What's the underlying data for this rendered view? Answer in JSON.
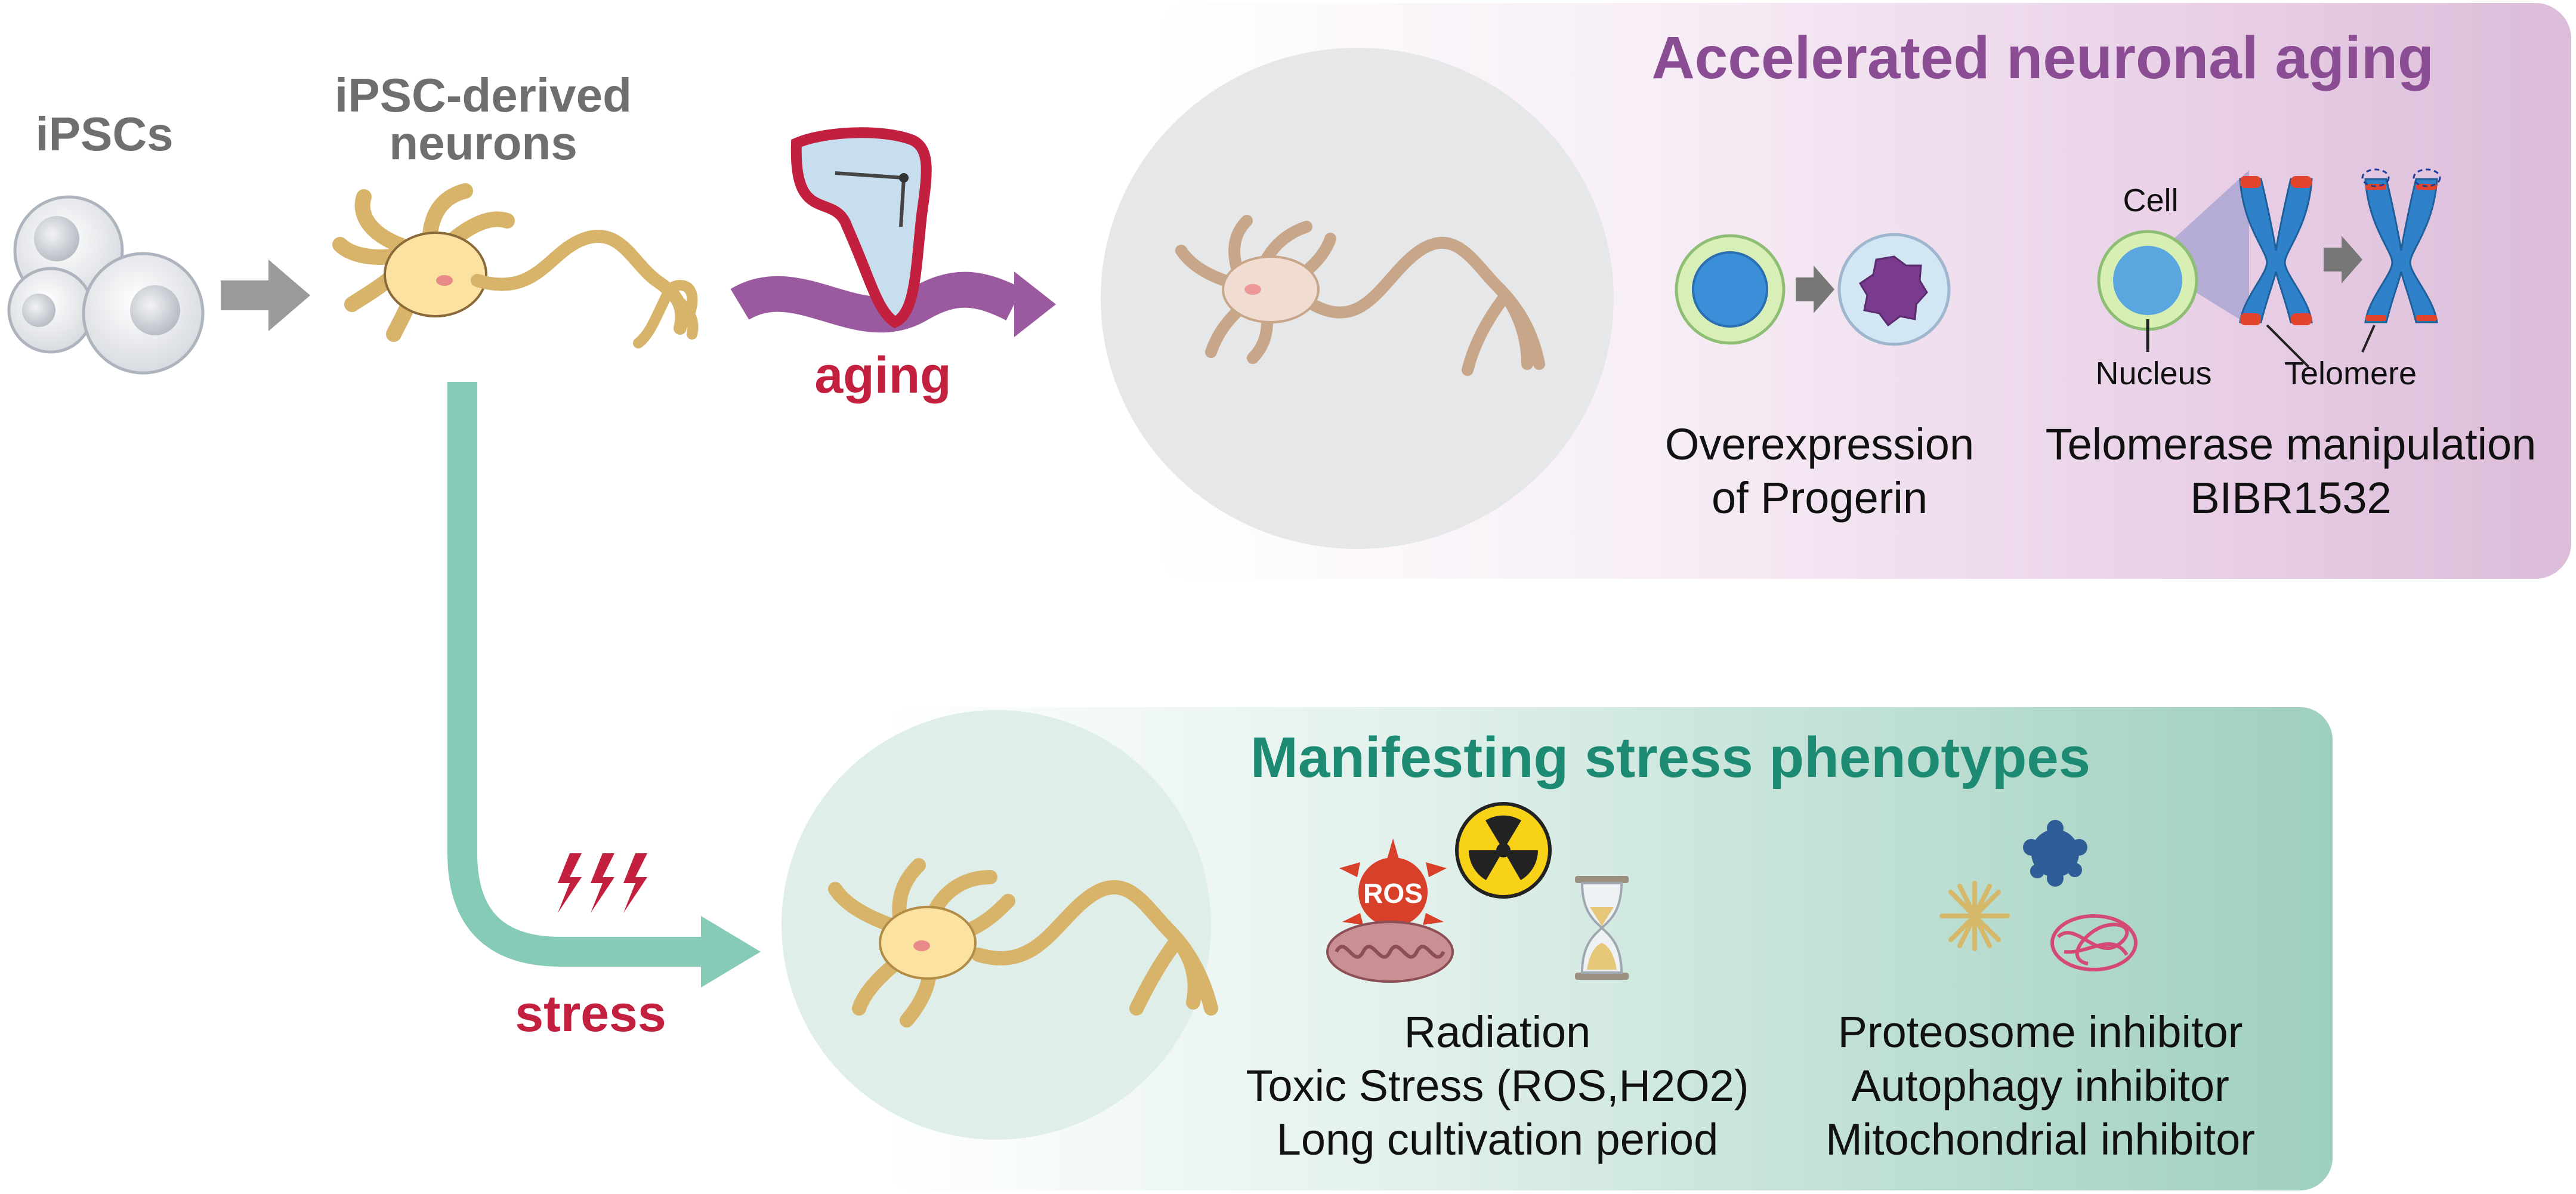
{
  "labels": {
    "ipscs": "iPSCs",
    "ipsc_neurons_line1": "iPSC-derived",
    "ipsc_neurons_line2": "neurons",
    "aging": "aging",
    "stress": "stress"
  },
  "aging_panel": {
    "title": "Accelerated neuronal aging",
    "progerin_line1": "Overexpression",
    "progerin_line2": "of Progerin",
    "cell": "Cell",
    "nucleus": "Nucleus",
    "telomere": "Telomere",
    "telomerase_line1": "Telomerase manipulation",
    "telomerase_line2": "BIBR1532"
  },
  "stress_panel": {
    "title": "Manifesting stress phenotypes",
    "ros": "ROS",
    "left_items": [
      "Radiation",
      "Toxic Stress (ROS,H2O2)",
      "Long cultivation period"
    ],
    "right_items": [
      "Proteosome inhibitor",
      "Autophagy inhibitor",
      "Mitochondrial inhibitor"
    ]
  },
  "colors": {
    "aging_title": "#8a4c93",
    "stress_title": "#1d8a73",
    "aging_arrow": "#9b5aa0",
    "stress_arrow": "#86cbb7",
    "red_label": "#c3203f",
    "gray_arrow": "#9a9a9a"
  },
  "icons": [
    "ipsc-cells-icon",
    "neuron-icon",
    "melting-clock-icon",
    "progerin-nucleus-icon",
    "chromosome-icon",
    "ros-icon",
    "radiation-icon",
    "hourglass-icon",
    "mitochondria-icon",
    "protein-aggregate-icon",
    "lightning-icon"
  ]
}
